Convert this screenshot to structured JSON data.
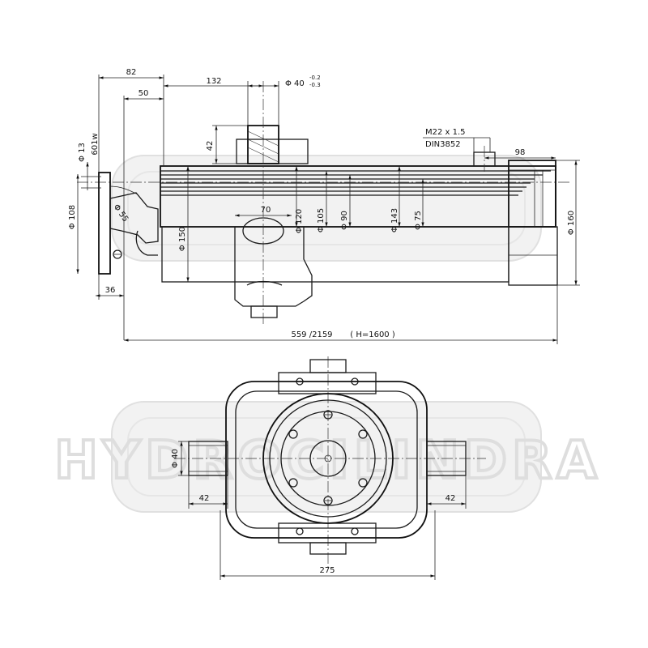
{
  "watermark": {
    "text": "HYDROCILINDRA"
  },
  "dimensions": {
    "d82": "82",
    "d50": "50",
    "d132": "132",
    "phi40_top": "Φ 40",
    "tol_upper": "-0.2",
    "tol_lower": "-0.3",
    "d42_vertical": "42",
    "m22": "M22 x 1.5",
    "din": "DIN3852",
    "d98": "98",
    "phi13": "Φ 13",
    "sixbar": "601w",
    "phi108": "Φ 108",
    "phi55": "Φ 55",
    "d70": "70",
    "phi120": "Φ 120",
    "phi105": "Φ 105",
    "phi90": "Φ 90",
    "phi143": "Φ 143",
    "phi75": "Φ 75",
    "phi150": "Φ 150",
    "phi160": "Φ 160",
    "d36": "36",
    "overall": "559 /2159",
    "stroke": "( H=1600 )",
    "phi40_bottom": "Φ 40",
    "d42_left": "42",
    "d42_right": "42",
    "d275": "275"
  }
}
